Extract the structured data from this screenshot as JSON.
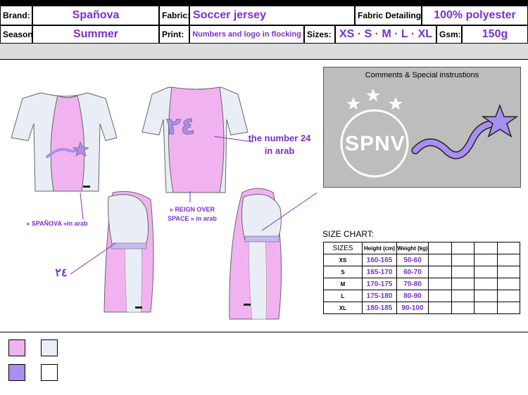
{
  "header": {
    "brand_label": "Brand:",
    "brand_value": "Spañova",
    "fabric_label": "Fabric:",
    "fabric_value": "Soccer jersey",
    "fabric_detailing_label": "Fabric Detailing:",
    "fabric_detailing_value": "100% polyester",
    "season_label": "Season:",
    "season_value": "Summer",
    "print_label": "Print:",
    "print_value": "Numbers and logo in flocking",
    "sizes_label": "Sizes:",
    "sizes_value": "XS · S · M · L · XL",
    "gsm_label": "Gsm:",
    "gsm_value": "150g"
  },
  "sketch": {
    "front_note": "« SPAÑOVA »in arab",
    "back_note": "« REIGN OVER SPACE » in arab",
    "number_note": "the number 24 in arab",
    "sleeve_number": "٢٤",
    "back_number": "٢٤"
  },
  "comments": {
    "title": "Comments & Special instrustions",
    "logo_text": "SPNV"
  },
  "size_chart": {
    "title": "SIZE CHART:",
    "headers": [
      "SIZES",
      "Height (cm)",
      "Weight (kg)"
    ],
    "rows": [
      {
        "size": "XS",
        "height": "160-165",
        "weight": "50-60"
      },
      {
        "size": "S",
        "height": "165-170",
        "weight": "60-70"
      },
      {
        "size": "M",
        "height": "170-175",
        "weight": "70-80"
      },
      {
        "size": "L",
        "height": "175-180",
        "weight": "80-90"
      },
      {
        "size": "XL",
        "height": "180-185",
        "weight": "90-100"
      }
    ]
  },
  "colors": {
    "pink": "#f0b3f0",
    "light_blue": "#e9edf5",
    "purple": "#a98ff0",
    "white": "#ffffff",
    "accent_text": "#7a2fd0"
  }
}
